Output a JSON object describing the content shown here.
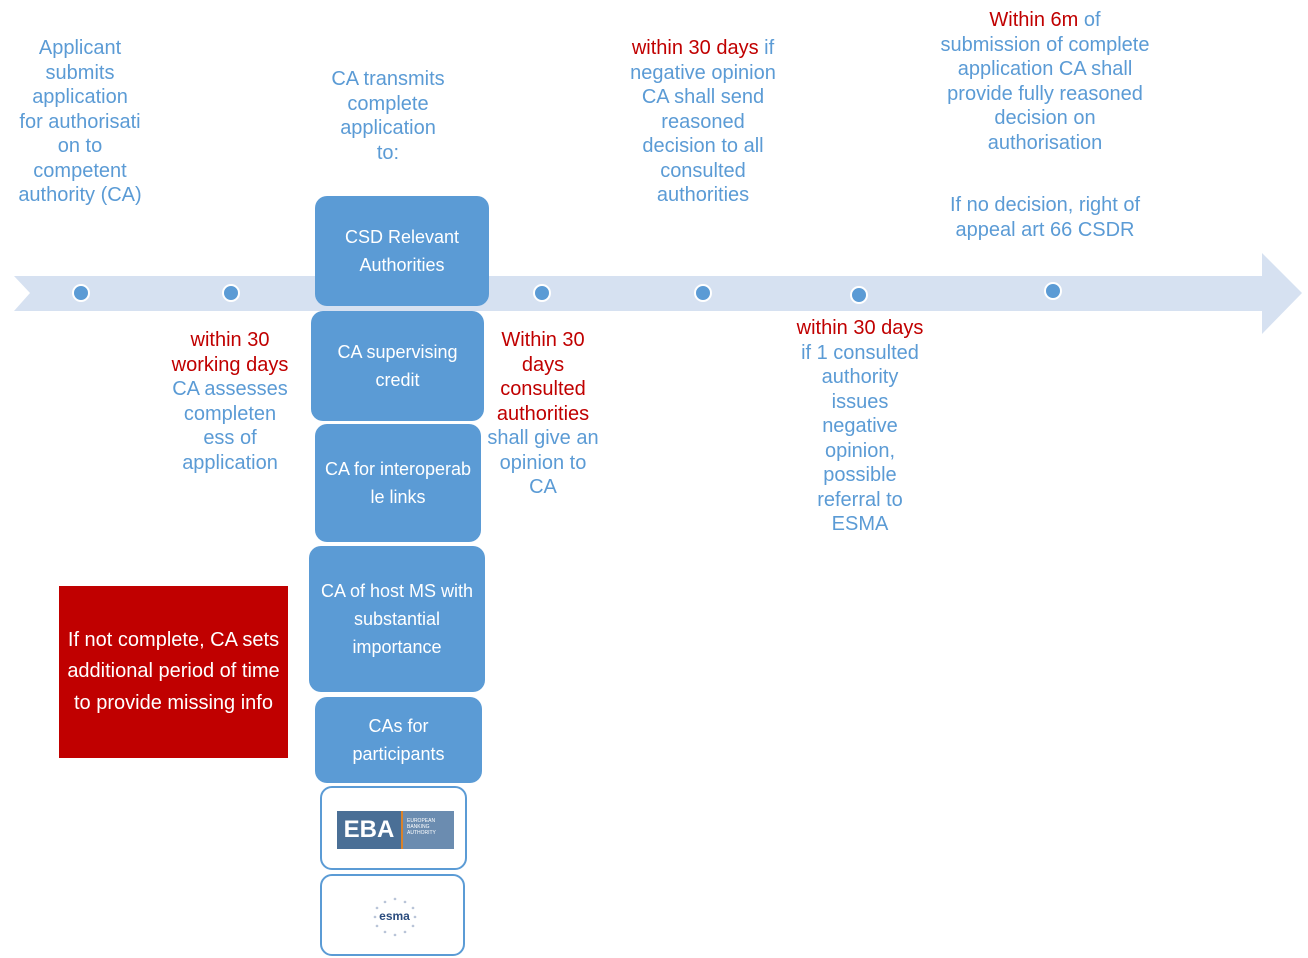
{
  "steps": {
    "s1": {
      "text": "Applicant submits application for authorisati on to competent authority (CA)"
    },
    "s2": {
      "red": "within 30 working days",
      "text": "CA assesses completen ess of application"
    },
    "s3": {
      "text": "CA transmits complete application to:"
    },
    "s4": {
      "red": "Within 30 days consulted authorities",
      "text": "shall give an opinion to CA"
    },
    "s5": {
      "red": "within 30 days",
      "text": "if negative opinion CA shall send reasoned decision to all consulted authorities"
    },
    "s6": {
      "red": "within 30 days",
      "text": "if 1 consulted authority issues negative opinion, possible referral to ESMA"
    },
    "s7": {
      "red": "Within 6m",
      "text": "of submission of complete application CA shall provide fully reasoned decision on authorisation",
      "note": "If no decision, right of appeal art 66 CSDR"
    }
  },
  "authorities": [
    "CSD Relevant Authorities",
    "CA supervising credit",
    "CA for interoperab le links",
    "CA of host MS with substantial importance",
    "CAs for participants"
  ],
  "logos": {
    "eba": {
      "main": "EBA",
      "sub1": "EUROPEAN",
      "sub2": "BANKING",
      "sub3": "AUTHORITY"
    },
    "esma": {
      "text": "esma"
    }
  },
  "incomplete_note": "If not complete, CA sets additional period of time to provide missing info",
  "colors": {
    "accent_blue": "#5b9bd5",
    "arrow_fill": "#d6e1f1",
    "deadline_red": "#c00000"
  }
}
